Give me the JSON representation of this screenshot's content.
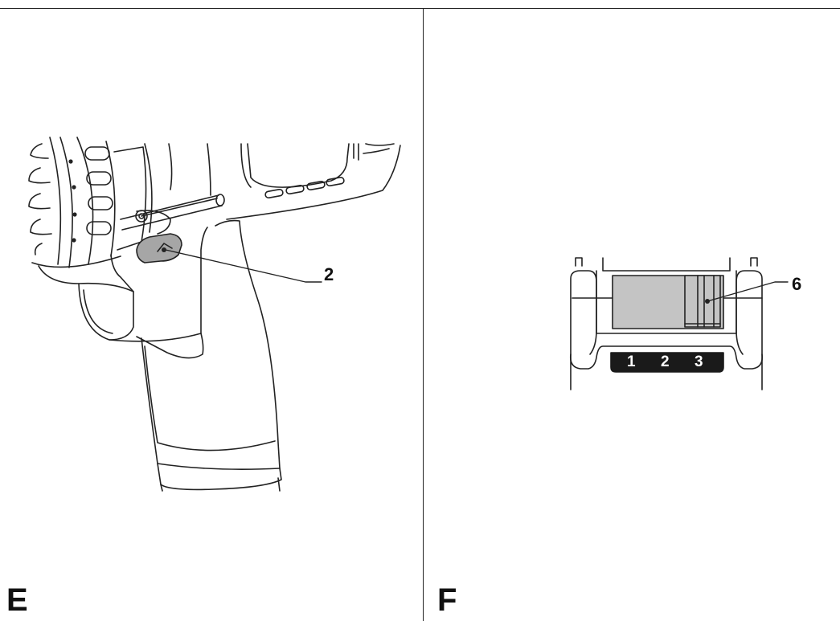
{
  "figure_e": {
    "letter": "E",
    "callout": "2",
    "callout_target": "direction-selector-button"
  },
  "figure_f": {
    "letter": "F",
    "callout": "6",
    "callout_target": "gear-selector-slider",
    "gear_positions": [
      "1",
      "2",
      "3"
    ]
  },
  "colors": {
    "line": "#222222",
    "window_fill": "#c4c4c4",
    "button_fill": "#a6a6a6",
    "label_band": "#1a1a1a"
  }
}
